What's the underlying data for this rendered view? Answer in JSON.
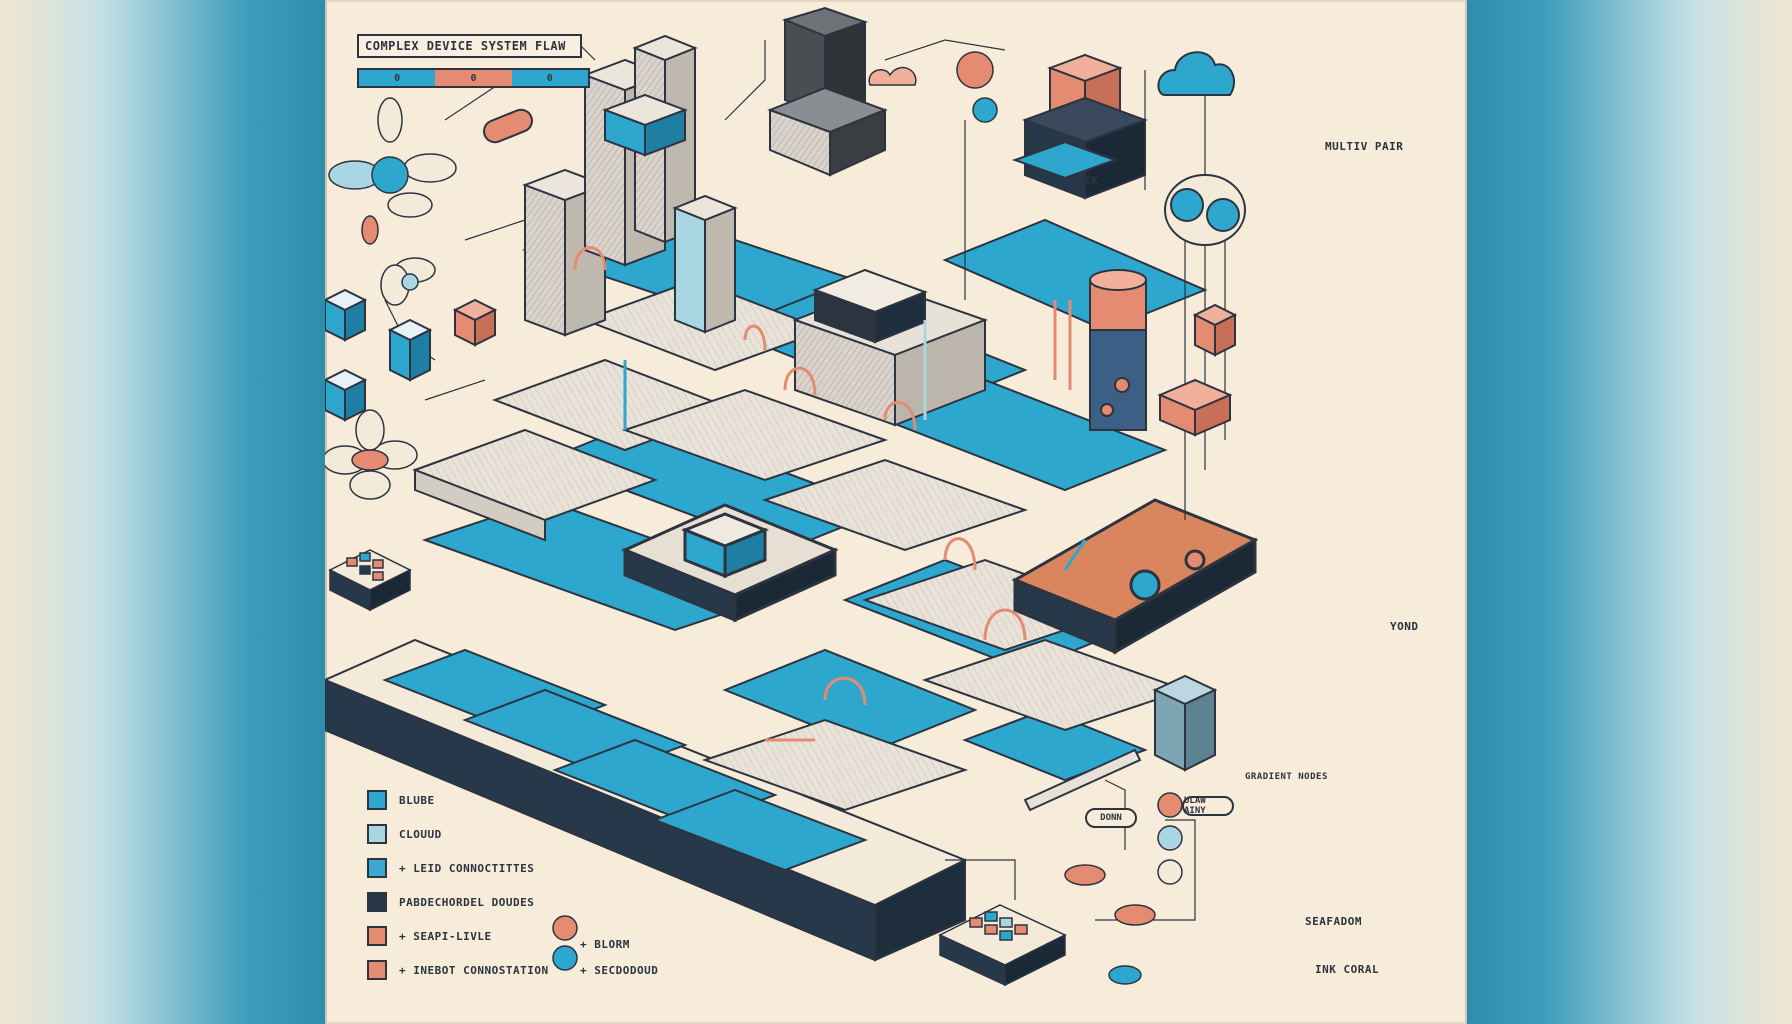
{
  "title": "COMPLEX DEVICE SYSTEM FLAW",
  "header_tabs": [
    {
      "label": "0",
      "color": "#2ea7cf"
    },
    {
      "label": "0",
      "color": "#e58b72"
    },
    {
      "label": "0",
      "color": "#2ea7cf"
    }
  ],
  "labels": {
    "multiv_pair": "MULTIV PAIR",
    "buik": "BUIK",
    "yond": "YOND",
    "gradient_nodes": "GRADIENT NODES",
    "seafadom": "SEAFADOM",
    "ink_coral": "INK CORAL",
    "blorm": "+ BLORM",
    "secdodoud": "+ SECDODOUD",
    "donn": "DONN",
    "ulaw_ainy": "ULAW AINY"
  },
  "legend": [
    {
      "label": "BLUBE",
      "color": "#2ea7cf"
    },
    {
      "label": "CLOUUD",
      "color": "#a9d6e2"
    },
    {
      "label": "+ LEID CONNOCTITTES",
      "color": "#3aa8cf"
    },
    {
      "label": "PABDECHORDEL DOUDES",
      "color": "#26384a"
    },
    {
      "label": "+ SEAPI-LIVLE",
      "color": "#e58b72"
    },
    {
      "label": "+ INEBOT CONNOSTATION",
      "color": "#e58b72"
    }
  ],
  "colors": {
    "blue": "#2ea7cf",
    "light_blue": "#a9d6e2",
    "coral": "#e58b72",
    "navy": "#26384a",
    "paper": "#f7ebd9",
    "grey": "#c9c4bd"
  }
}
